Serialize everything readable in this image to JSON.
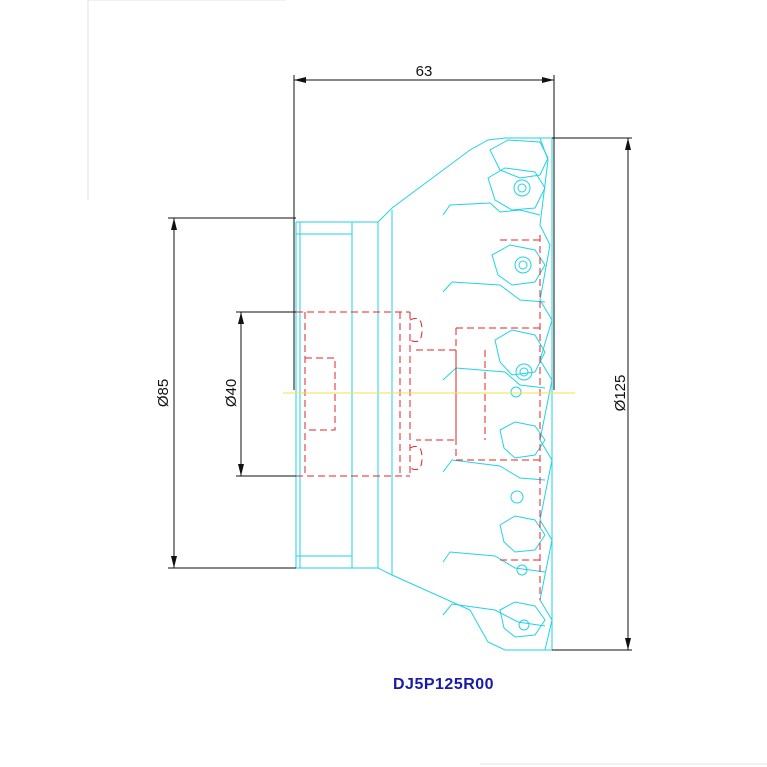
{
  "colors": {
    "outline": "#22d3e6",
    "hidden": "#e0262a",
    "center": "#f2e24a",
    "dimension": "#111111",
    "label": "#1a1aa8",
    "background": "#ffffff",
    "frame": "#dfe3e6"
  },
  "dimensions": {
    "length": "63",
    "shank_diameter": "Ø85",
    "bore_diameter": "Ø40",
    "cutter_diameter": "Ø125"
  },
  "part_code": "DJ5P125R00"
}
